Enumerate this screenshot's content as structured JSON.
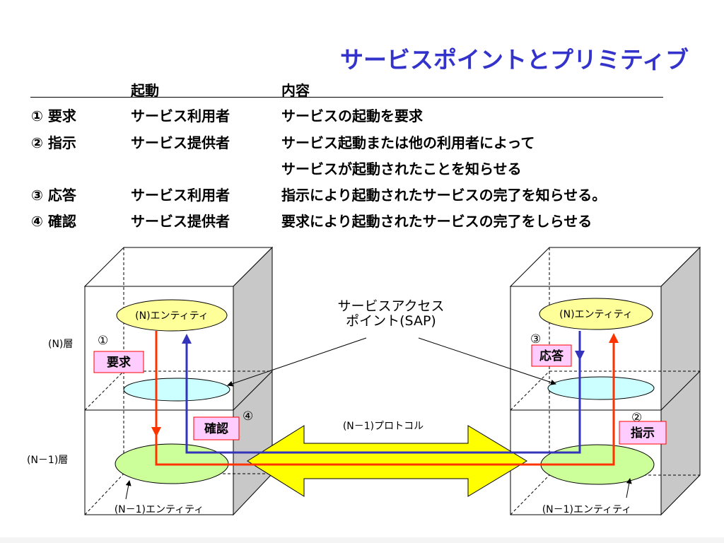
{
  "title": "サービスポイントとプリミティブ",
  "table": {
    "headers": {
      "col2": "起動",
      "col3": "内容"
    },
    "rows": [
      {
        "primitive": "① 要求",
        "initiator": "サービス利用者",
        "content": "サービスの起動を要求"
      },
      {
        "primitive": "② 指示",
        "initiator": "サービス提供者",
        "content": "サービス起動または他の利用者によって"
      },
      {
        "primitive": "",
        "initiator": "",
        "content": "サービスが起動されたことを知らせる"
      },
      {
        "primitive": "③ 応答",
        "initiator": "サービス利用者",
        "content": "指示により起動されたサービスの完了を知らせる。"
      },
      {
        "primitive": "④ 確認",
        "initiator": "サービス提供者",
        "content": "要求により起動されたサービスの完了をしらせる"
      }
    ]
  },
  "diagram": {
    "layer_n": "(N)層",
    "layer_n1": "(N－1)層",
    "entity_left": "(N)エンティティ",
    "entity_right": "(N)エンティティ",
    "sap_label_line1": "サービスアクセス",
    "sap_label_line2": "ポイント(SAP)",
    "protocol_label": "(N－1)プロトコル",
    "n1_entity_left": "(N－1)エンティティ",
    "n1_entity_right": "(N－1)エンティティ",
    "step1": {
      "num": "①",
      "label": "要求"
    },
    "step2": {
      "num": "②",
      "label": "指示"
    },
    "step3": {
      "num": "③",
      "label": "応答"
    },
    "step4": {
      "num": "④",
      "label": "確認"
    },
    "colors": {
      "title": "#3333cc",
      "red_arrow": "#ff3300",
      "blue_arrow": "#3333bb",
      "entity_fill": "#ffff99",
      "sap_fill": "#ccffff",
      "n1_entity_fill": "#ccff99",
      "label_box_fill": "#ffccff",
      "label_box_border": "#ff0000",
      "protocol_arrow_fill": "#ffff00"
    }
  }
}
